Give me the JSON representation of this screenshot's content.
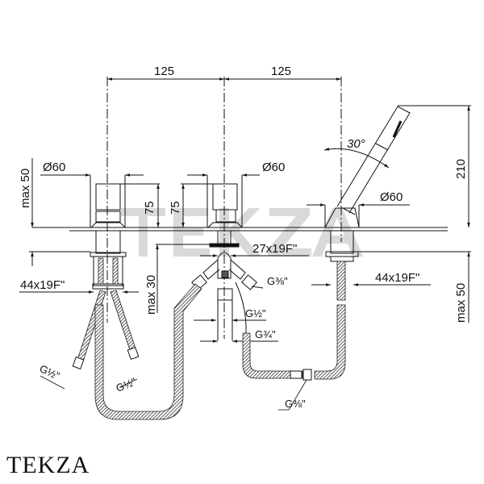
{
  "drawing": {
    "watermark": "TEKZA",
    "brand": "TEKZA",
    "dimensions": {
      "spacing_left": "125",
      "spacing_right": "125",
      "diameter_left": "Ø60",
      "diameter_center": "Ø60",
      "diameter_shower": "Ø60",
      "height_left_handle": "75",
      "height_center_handle": "75",
      "max_deck_left": "max 50",
      "max_deck_right": "max 50",
      "max_center": "max 30",
      "shower_height": "210",
      "angle": "30°",
      "thread_left": "44x19F\"",
      "thread_center": "27x19F\"",
      "thread_right": "44x19F\"",
      "g_left_1": "G½\"",
      "g_left_2": "G½\"",
      "g_center_38": "G⅜\"",
      "g_center_12": "G½\"",
      "g_center_34": "G¾\"",
      "g_bottom_38": "G⅜\""
    }
  },
  "colors": {
    "line": "#111111",
    "watermark": "#d4d4d4",
    "hose": "#555555"
  }
}
